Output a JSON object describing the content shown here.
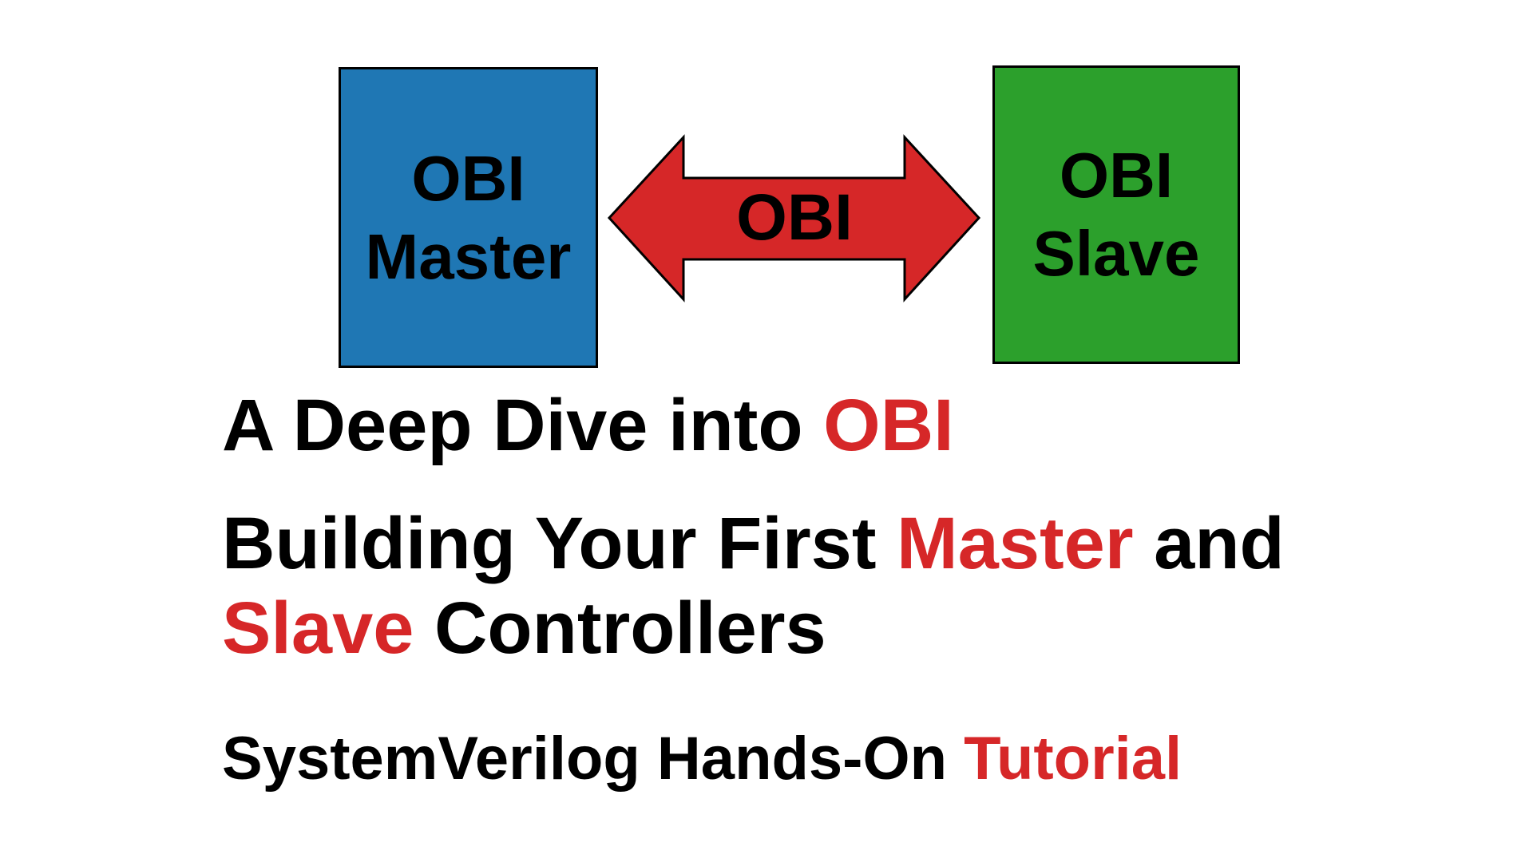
{
  "diagram": {
    "master_box": {
      "line1": "OBI",
      "line2": "Master",
      "color": "#1f77b4"
    },
    "slave_box": {
      "line1": "OBI",
      "line2": "Slave",
      "color": "#2ca02c"
    },
    "arrow": {
      "label": "OBI",
      "color": "#d62728",
      "direction": "bidirectional"
    }
  },
  "title": {
    "line1": {
      "text": "A Deep Dive into ",
      "accent": "OBI"
    },
    "line2": {
      "part1": "Building Your First ",
      "accent1": "Master",
      "part2": " and",
      "accent2": "Slave",
      "part3": " Controllers"
    },
    "line3": {
      "text": "SystemVerilog Hands-On ",
      "accent": "Tutorial"
    },
    "accent_color": "#d62728"
  }
}
